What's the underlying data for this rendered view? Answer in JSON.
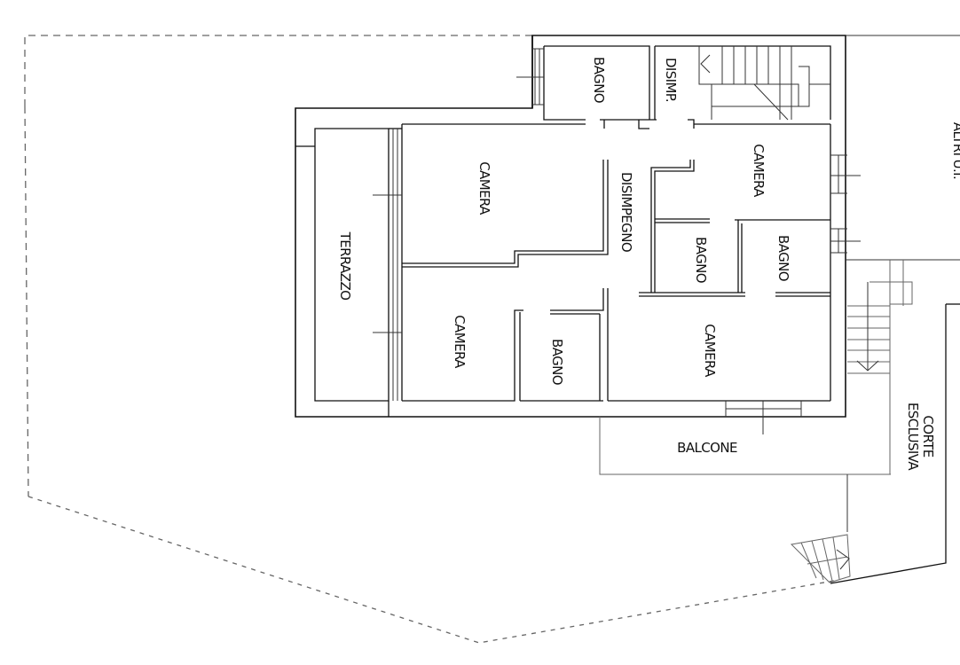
{
  "plan": {
    "rooms": {
      "bagno_top": "BAGNO",
      "disimp": "DISIMP.",
      "camera_nw": "CAMERA",
      "disimpegno": "DISIMPEGNO",
      "camera_ne": "CAMERA",
      "bagno_mid_left": "BAGNO",
      "bagno_mid_right": "BAGNO",
      "terrazzo": "TERRAZZO",
      "camera_sw": "CAMERA",
      "bagno_south": "BAGNO",
      "camera_se": "CAMERA",
      "balcone": "BALCONE"
    },
    "outdoor": {
      "corte_line1": "CORTE",
      "corte_line2": "ESCLUSIVA",
      "altri_partial": "ALTRI U.I."
    },
    "colors": {
      "wall": "#111111",
      "boundary": "#666666",
      "background": "#ffffff"
    }
  }
}
